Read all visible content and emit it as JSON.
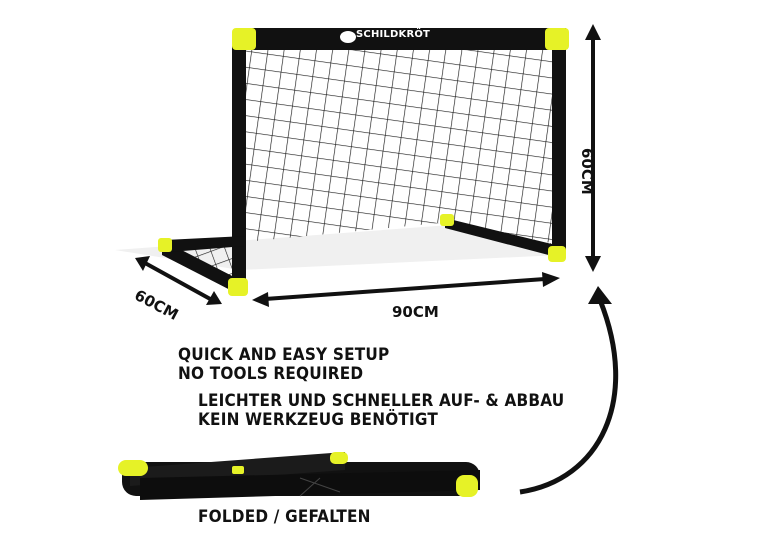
{
  "brand": {
    "logo_text": "SCHILDKRÖT"
  },
  "dimensions": {
    "height": "60CM",
    "width": "90CM",
    "depth": "60CM"
  },
  "setup": {
    "en_line1": "QUICK AND EASY SETUP",
    "en_line2": "NO TOOLS REQUIRED",
    "de_line1": "LEICHTER UND SCHNELLER AUF- & ABBAU",
    "de_line2": "KEIN WERKZEUG BENÖTIGT"
  },
  "folded": {
    "caption": "FOLDED / GEFALTEN"
  },
  "colors": {
    "frame": "#111111",
    "accent": "#e6f227",
    "arrow": "#111111"
  }
}
